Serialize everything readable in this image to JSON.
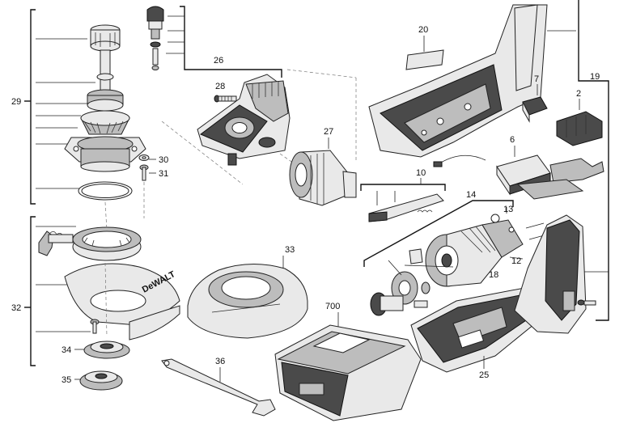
{
  "labels": {
    "p2": "2",
    "p6": "6",
    "p7": "7",
    "p10": "10",
    "p12": "12",
    "p13": "13",
    "p14": "14",
    "p18": "18",
    "p19": "19",
    "p20": "20",
    "p25": "25",
    "p26": "26",
    "p27": "27",
    "p28": "28",
    "p29": "29",
    "p30": "30",
    "p31": "31",
    "p32": "32",
    "p33": "33",
    "p34": "34",
    "p35": "35",
    "p36": "36",
    "p700": "700"
  },
  "guard_marking": "DeWALT"
}
